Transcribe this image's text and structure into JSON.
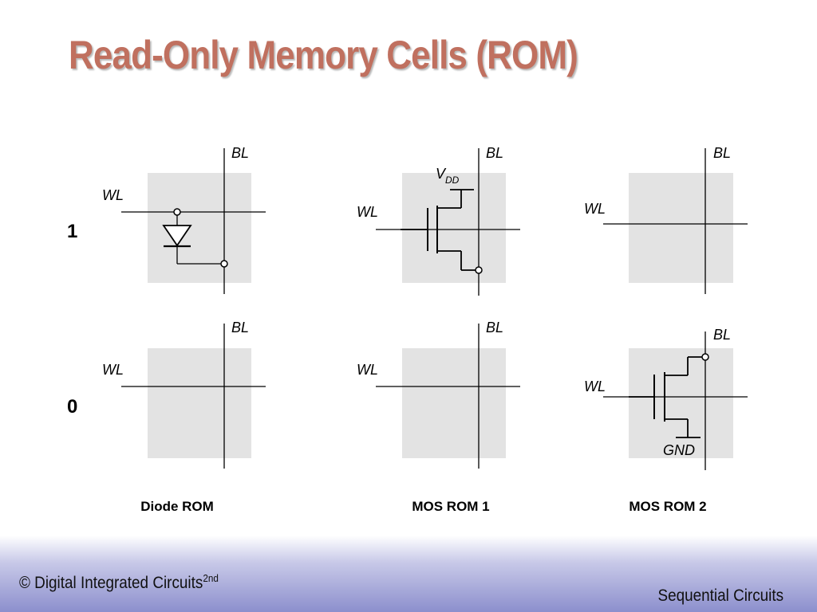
{
  "slide": {
    "title": "Read-Only Memory Cells (ROM)"
  },
  "diagram": {
    "bl": "BL",
    "wl": "WL",
    "vdd_main": "V",
    "vdd_sub": "DD",
    "gnd": "GND",
    "rows": [
      "1",
      "0"
    ],
    "columns": [
      "Diode ROM",
      "MOS ROM 1",
      "MOS ROM 2"
    ]
  },
  "footer": {
    "left": "© Digital Integrated Circuits",
    "left_sup": "2nd",
    "right": "Sequential Circuits"
  },
  "colors": {
    "title": "#c0705f",
    "cell_bg": "#e3e3e3",
    "footer_gradient_end": "#8c8fcd"
  }
}
